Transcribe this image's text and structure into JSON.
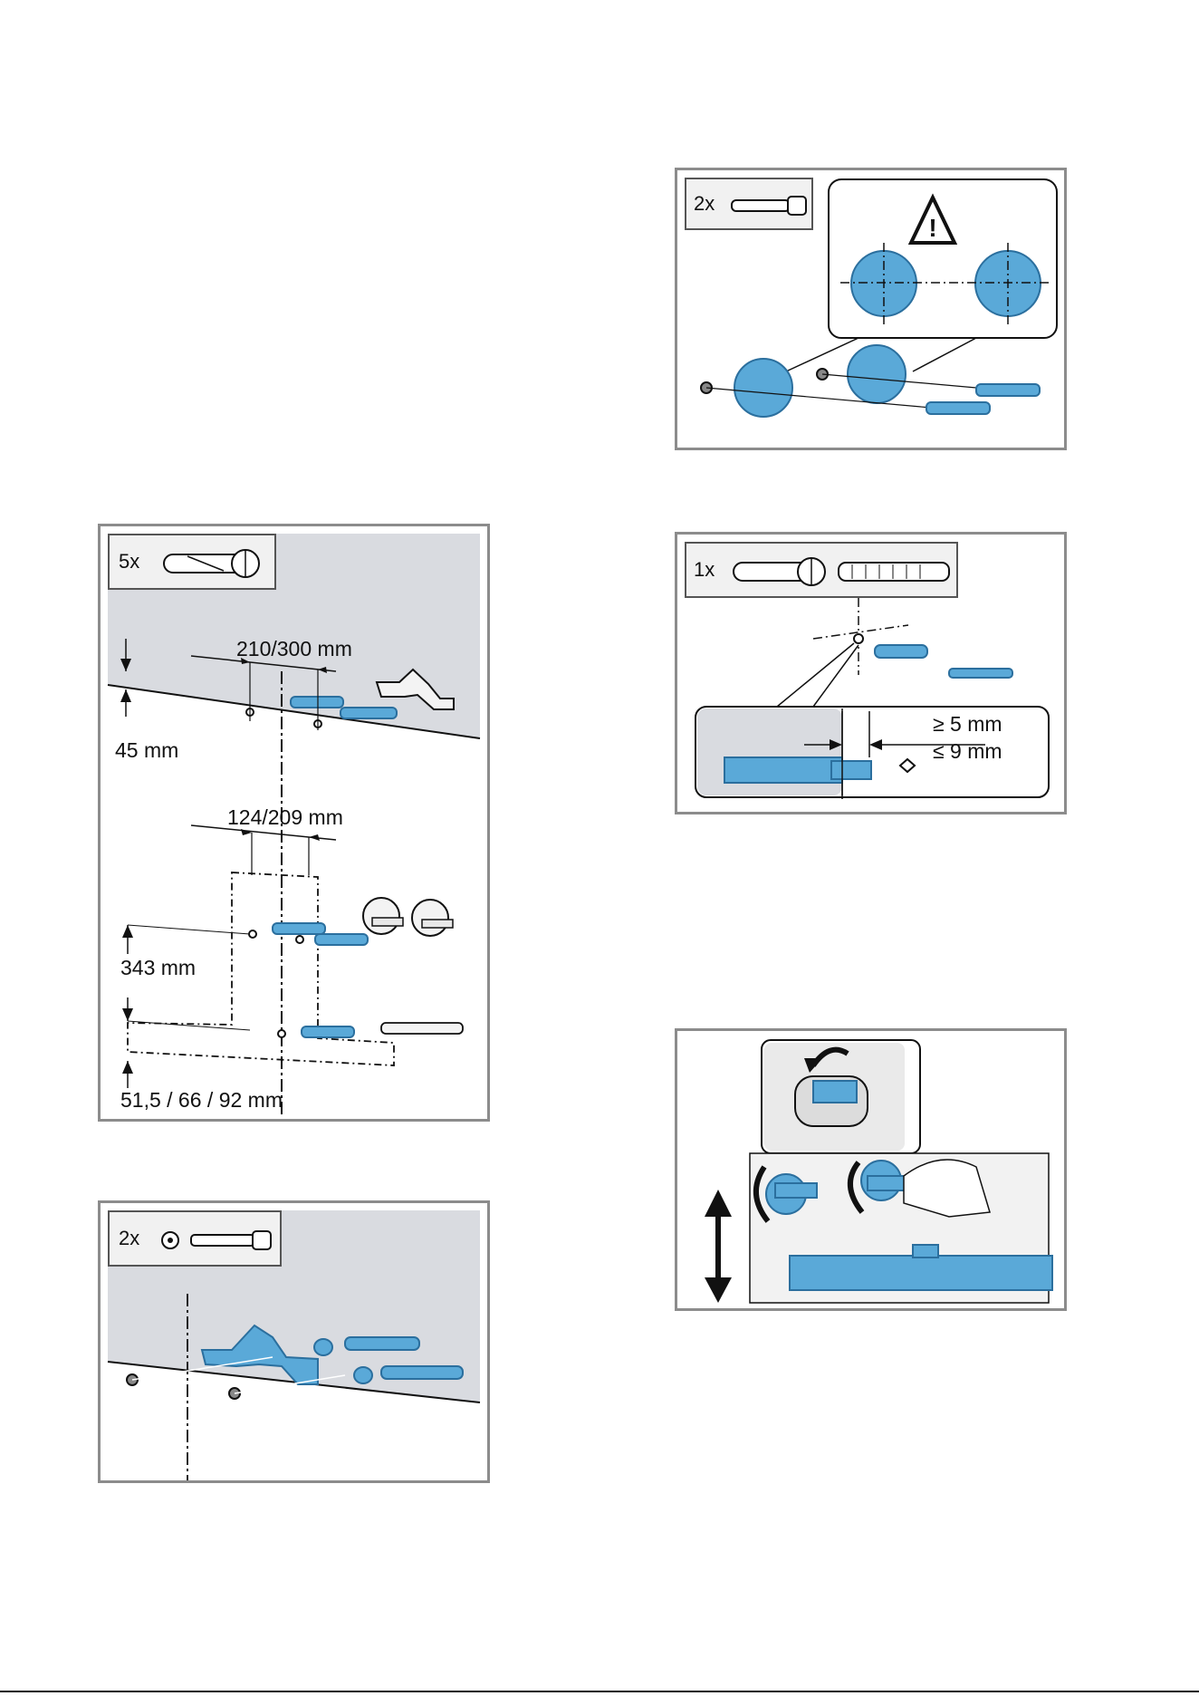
{
  "colors": {
    "blue": "#5aa9d8",
    "blue_dark": "#2b6f9e",
    "wall": "#d9dbe0",
    "frame": "#8c8c8c"
  },
  "panel_wall_plugs": {
    "quantity": "5x",
    "icons": [
      "wall-plug-icon"
    ],
    "dim_top_spacing": "210/300 mm",
    "dim_top_height": "45 mm",
    "dim_middle_spacing": "124/209 mm",
    "dim_middle_height": "343 mm",
    "dim_bottom_height": "51,5 / 66 / 92 mm"
  },
  "panel_bracket": {
    "quantity": "2x",
    "icons": [
      "washer-icon",
      "screw-icon"
    ]
  },
  "panel_caps": {
    "quantity": "2x",
    "icons": [
      "screw-icon",
      "warning-icon"
    ]
  },
  "panel_single_plug": {
    "quantity": "1x",
    "icons": [
      "wall-plug-icon",
      "threaded-bolt-icon"
    ],
    "dim_min": "≥ 5 mm",
    "dim_max": "≤ 9 mm"
  },
  "panel_level": {
    "icons": [
      "spirit-level-icon",
      "adjust-arrow-icon"
    ]
  }
}
